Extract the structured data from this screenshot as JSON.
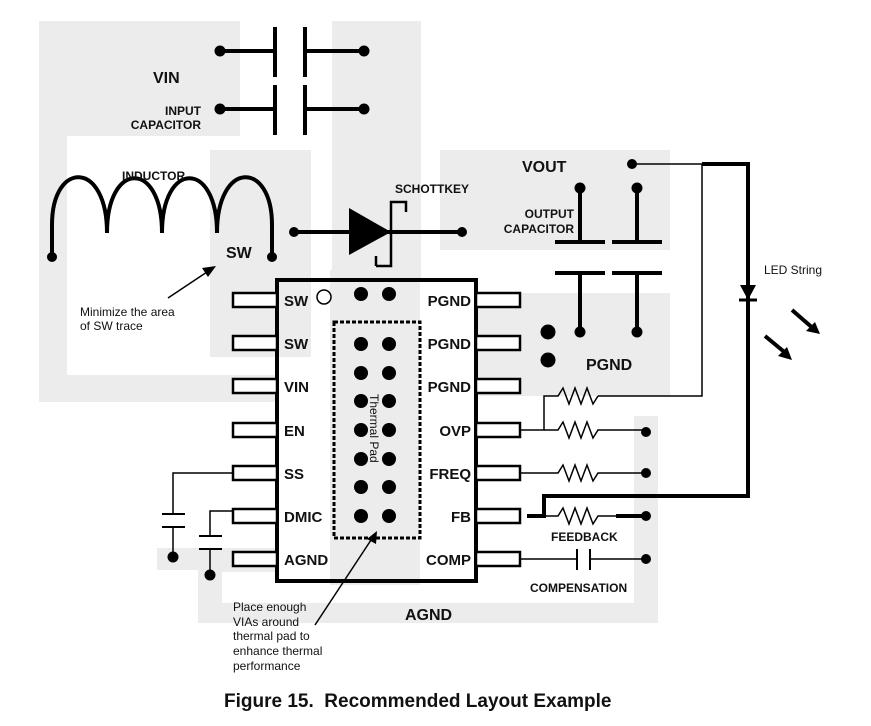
{
  "figure": {
    "caption": "Figure 15.  Recommended Layout Example"
  },
  "regions": {
    "vin": "VIN",
    "vout": "VOUT",
    "pgnd": "PGND",
    "agnd": "AGND",
    "sw": "SW"
  },
  "components": {
    "input_capacitor": [
      "INPUT",
      "CAPACITOR"
    ],
    "inductor": "INDUCTOR",
    "schottky": "SCHOTTKEY",
    "output_capacitor": [
      "OUTPUT",
      "CAPACITOR"
    ],
    "led_string": "LED String",
    "feedback": "FEEDBACK",
    "compensation": "COMPENSATION",
    "thermal_pad": "Thermal Pad"
  },
  "ic": {
    "left_pins": [
      "SW",
      "SW",
      "VIN",
      "EN",
      "SS",
      "DMIC",
      "AGND"
    ],
    "right_pins": [
      "PGND",
      "PGND",
      "PGND",
      "OVP",
      "FREQ",
      "FB",
      "COMP"
    ]
  },
  "notes": {
    "sw_trace": [
      "Minimize the area",
      "of SW trace"
    ],
    "vias": [
      "Place enough",
      "VIAs around",
      "thermal pad to",
      "enhance thermal",
      "performance"
    ]
  },
  "colors": {
    "copper_area": "#ececec",
    "ink": "#000000"
  }
}
